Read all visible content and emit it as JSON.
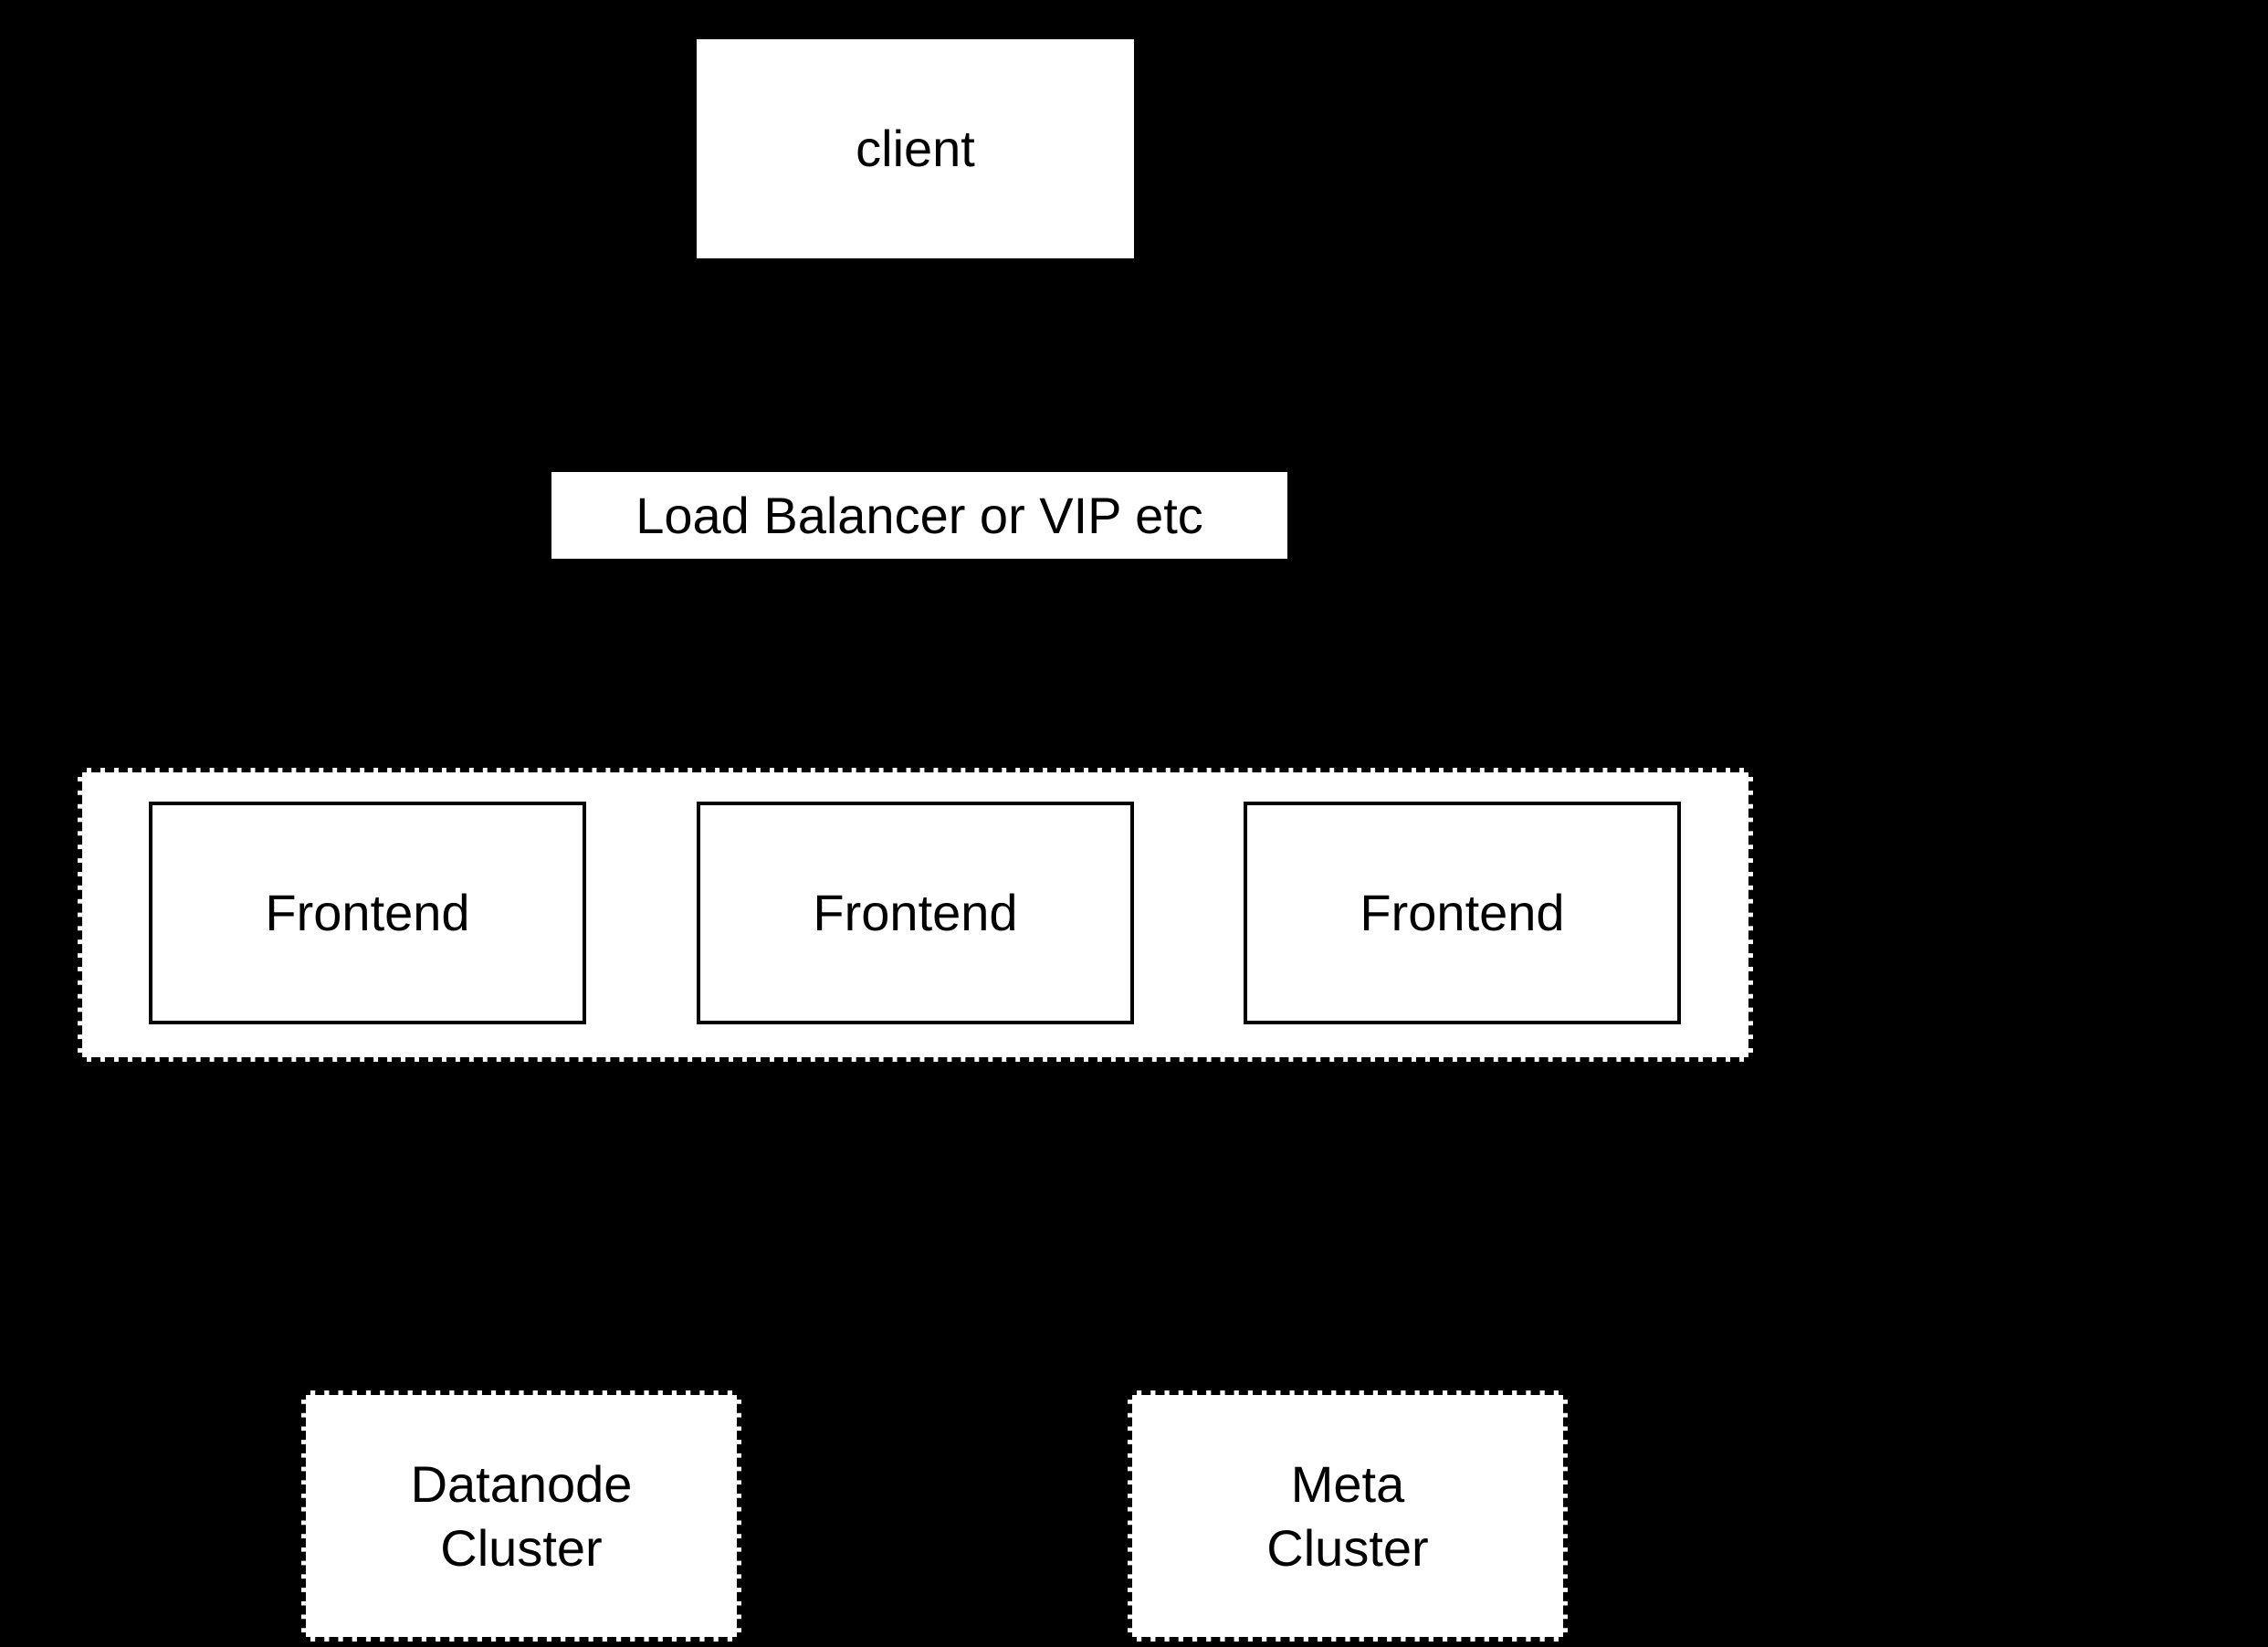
{
  "diagram": {
    "type": "architecture-flow",
    "background_color": "#000000",
    "node_fill_color": "#ffffff",
    "node_text_color": "#000000",
    "node_border_color": "#000000",
    "nodes": {
      "client": {
        "label": "client"
      },
      "load_balancer": {
        "label": "Load Balancer or VIP etc"
      },
      "frontend_group": {
        "frontends": [
          {
            "label": "Frontend"
          },
          {
            "label": "Frontend"
          },
          {
            "label": "Frontend"
          }
        ]
      },
      "datanode_cluster": {
        "label_line1": "Datanode",
        "label_line2": "Cluster"
      },
      "meta_cluster": {
        "label_line1": "Meta",
        "label_line2": "Cluster"
      }
    }
  }
}
